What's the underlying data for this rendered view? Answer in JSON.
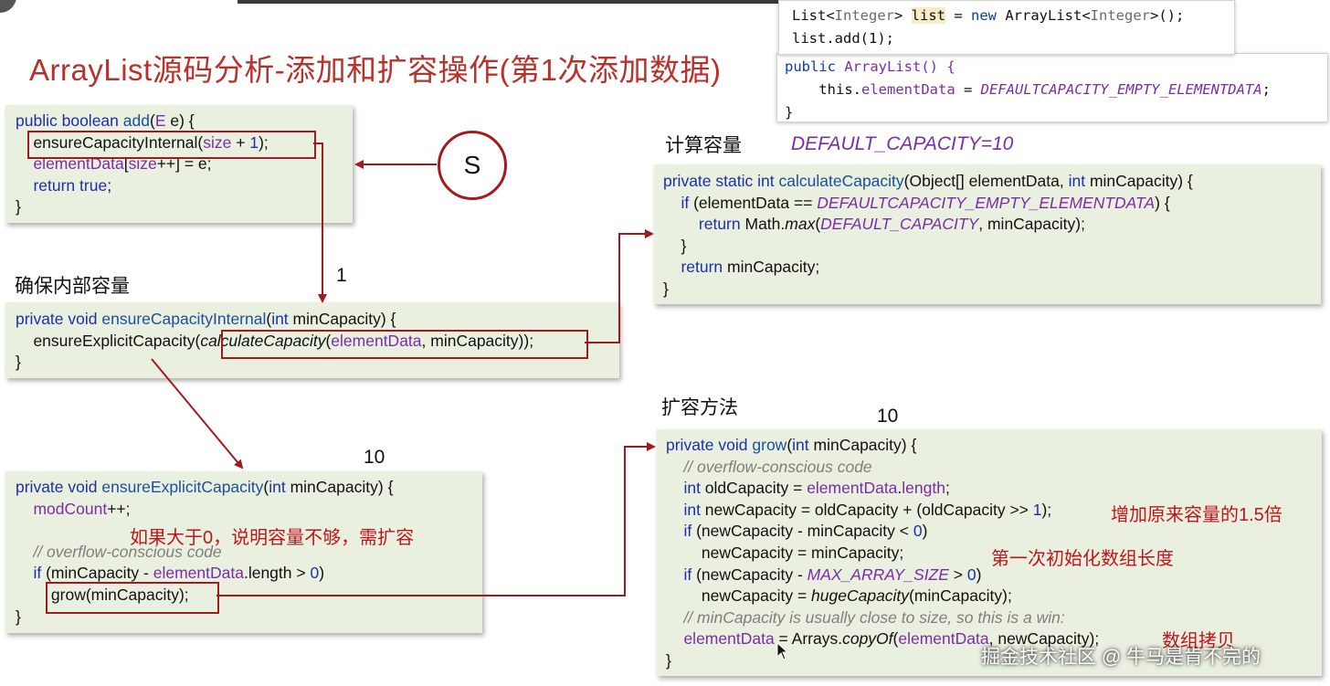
{
  "slide": {
    "title": "ArrayList源码分析-添加和扩容操作(第1次添加数据)",
    "label_ensure_internal": "确保内部容量",
    "label_calc": "计算容量",
    "label_grow": "扩容方法",
    "default_capacity_note": "DEFAULT_CAPACITY=10",
    "num_1": "1",
    "num_10_left": "10",
    "num_10_right": "10",
    "circle_label": "S",
    "note_need_grow": "如果大于0，说明容量不够，需扩容",
    "note_grow_15": "增加原来容量的1.5倍",
    "note_first_init": "第一次初始化数组长度",
    "note_copy": "数组拷贝",
    "watermark": "掘金技术社区 @ 牛马是肯不完的"
  },
  "ide_popup": {
    "line1": {
      "a": "List<",
      "b": "Integer",
      "c": "> ",
      "d": "list",
      "e": " = ",
      "f": "new",
      "g": " ArrayList<",
      "h": "Integer",
      "i": ">();"
    },
    "line2": "list.add(1);",
    "line3": {
      "a": "public",
      "b": " ArrayList() {"
    },
    "line4": {
      "a": "    this.",
      "b": "elementData",
      "c": " = ",
      "d": "DEFAULTCAPACITY_EMPTY_ELEMENTDATA",
      "e": ";"
    },
    "line5": "}"
  },
  "code_add": {
    "l1": {
      "a": "public",
      "b": " ",
      "c": "boolean",
      "d": " ",
      "e": "add",
      "f": "(",
      "g": "E",
      "h": " e) {"
    },
    "l2": {
      "a": "    ensureCapacityInternal(",
      "b": "size",
      "c": " + ",
      "d": "1",
      "e": ");"
    },
    "l3": {
      "a": "    ",
      "b": "elementData",
      "c": "[",
      "d": "size",
      "e": "++] = e;"
    },
    "l4": {
      "a": "    ",
      "b": "return",
      "c": " ",
      "d": "true",
      "e": ";"
    },
    "l5": "}"
  },
  "code_internal": {
    "l1": {
      "a": "private",
      "b": " ",
      "c": "void",
      "d": " ",
      "e": "ensureCapacityInternal",
      "f": "(",
      "g": "int",
      "h": " minCapacity) {"
    },
    "l2": {
      "a": "    ensureExplicitCapacity(",
      "b": "calculateCapacity",
      "c": "(",
      "d": "elementData",
      "e": ", minCapacity));"
    },
    "l3": "}"
  },
  "code_calc": {
    "l1": {
      "a": "private",
      "b": " ",
      "c": "static",
      "d": " ",
      "e": "int",
      "f": " ",
      "g": "calculateCapacity",
      "h": "(Object[] elementData, ",
      "i": "int",
      "j": " minCapacity) {"
    },
    "l2": {
      "a": "    ",
      "b": "if",
      "c": " (elementData == ",
      "d": "DEFAULTCAPACITY_EMPTY_ELEMENTDATA",
      "e": ") {"
    },
    "l3": {
      "a": "        ",
      "b": "return",
      "c": " Math.",
      "d": "max",
      "e": "(",
      "f": "DEFAULT_CAPACITY",
      "g": ", minCapacity);"
    },
    "l4": "    }",
    "l5": {
      "a": "    ",
      "b": "return",
      "c": " minCapacity;"
    },
    "l6": "}"
  },
  "code_explicit": {
    "l1": {
      "a": "private",
      "b": " ",
      "c": "void",
      "d": " ",
      "e": "ensureExplicitCapacity",
      "f": "(",
      "g": "int",
      "h": " minCapacity) {"
    },
    "l2": {
      "a": "    ",
      "b": "modCount",
      "c": "++;"
    },
    "l3": "",
    "l4": "    // overflow-conscious code",
    "l5": {
      "a": "    ",
      "b": "if",
      "c": " (minCapacity - ",
      "d": "elementData",
      "e": ".length > ",
      "f": "0",
      "g": ")"
    },
    "l6": "        grow(minCapacity);",
    "l7": "}"
  },
  "code_grow": {
    "l1": {
      "a": "private",
      "b": " ",
      "c": "void",
      "d": " ",
      "e": "grow",
      "f": "(",
      "g": "int",
      "h": " minCapacity) {"
    },
    "l2": "    // overflow-conscious code",
    "l3": {
      "a": "    ",
      "b": "int",
      "c": " oldCapacity = ",
      "d": "elementData",
      "e": ".",
      "f": "length",
      "g": ";"
    },
    "l4": {
      "a": "    ",
      "b": "int",
      "c": " newCapacity = oldCapacity + (oldCapacity >> ",
      "d": "1",
      "e": ");"
    },
    "l5": {
      "a": "    ",
      "b": "if",
      "c": " (newCapacity - minCapacity < ",
      "d": "0",
      "e": ")"
    },
    "l6": "        newCapacity = minCapacity;",
    "l7": {
      "a": "    ",
      "b": "if",
      "c": " (newCapacity - ",
      "d": "MAX_ARRAY_SIZE",
      "e": " > ",
      "f": "0",
      "g": ")"
    },
    "l8": {
      "a": "        newCapacity = ",
      "b": "hugeCapacity",
      "c": "(minCapacity);"
    },
    "l9": "    // minCapacity is usually close to size, so this is a win:",
    "l10": {
      "a": "    ",
      "b": "elementData",
      "c": " = Arrays.",
      "d": "copyOf",
      "e": "(",
      "f": "elementData",
      "g": ", newCapacity);"
    },
    "l11": "}"
  },
  "colors": {
    "title_red": "#b8322b",
    "arrow_red": "#a21a1f",
    "panel_bg": "#eaf0e0",
    "keyword_blue": "#1d2fa8",
    "field_purple": "#7a2da6",
    "comment_gray": "#7f7f7f"
  },
  "icons": [
    "arrow-connector",
    "mouse-cursor-icon",
    "circle-start-marker"
  ]
}
